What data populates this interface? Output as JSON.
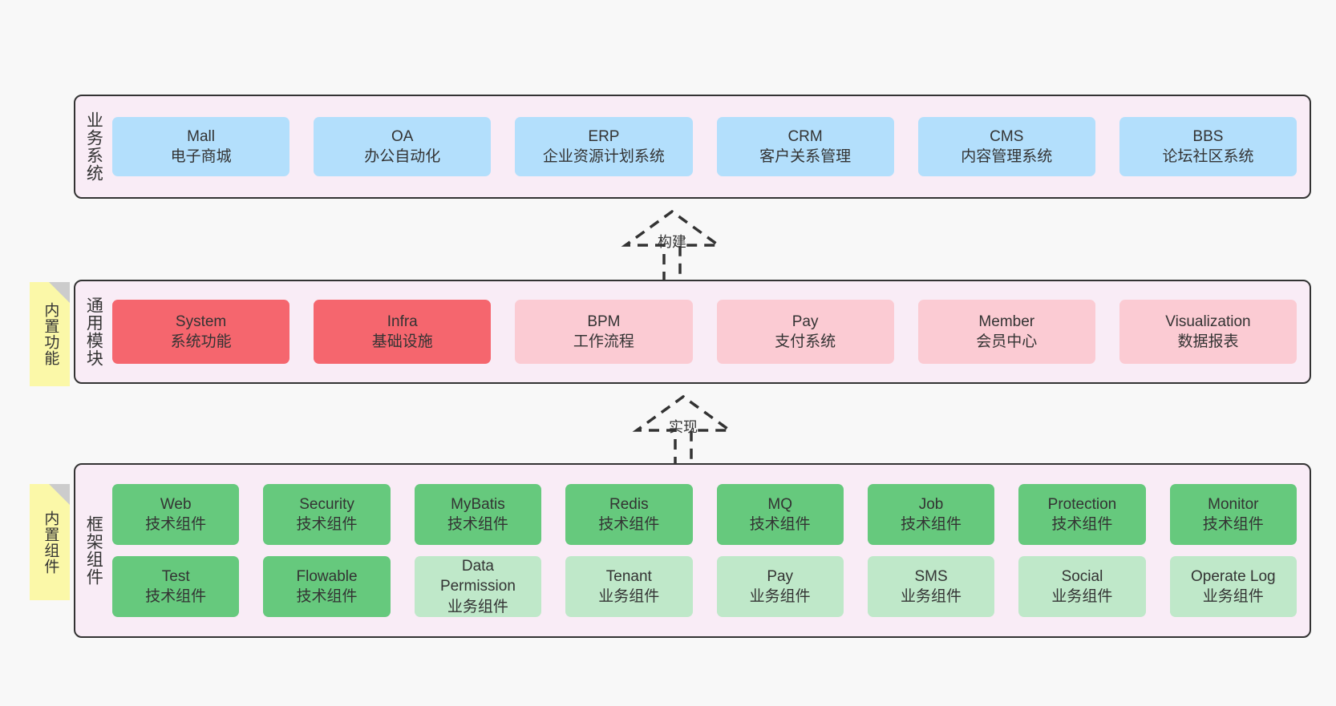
{
  "diagram": {
    "background_color": "#f8f8f8",
    "panel_color": "#f9ecf6",
    "border_color": "#333333",
    "sticky_color": "#fbf8a8"
  },
  "layers": [
    {
      "id": "business-system",
      "title": "业务系统",
      "color": "#b3dffc",
      "rows": [
        [
          {
            "en": "Mall",
            "cn": "电子商城"
          },
          {
            "en": "OA",
            "cn": "办公自动化"
          },
          {
            "en": "ERP",
            "cn": "企业资源计划系统"
          },
          {
            "en": "CRM",
            "cn": "客户关系管理"
          },
          {
            "en": "CMS",
            "cn": "内容管理系统"
          },
          {
            "en": "BBS",
            "cn": "论坛社区系统"
          }
        ]
      ]
    },
    {
      "id": "common-module",
      "title": "通用模块",
      "sticky": "内置功能",
      "rows": [
        [
          {
            "en": "System",
            "cn": "系统功能",
            "color": "red"
          },
          {
            "en": "Infra",
            "cn": "基础设施",
            "color": "red"
          },
          {
            "en": "BPM",
            "cn": "工作流程",
            "color": "pink"
          },
          {
            "en": "Pay",
            "cn": "支付系统",
            "color": "pink"
          },
          {
            "en": "Member",
            "cn": "会员中心",
            "color": "pink"
          },
          {
            "en": "Visualization",
            "cn": "数据报表",
            "color": "pink"
          }
        ]
      ]
    },
    {
      "id": "framework-component",
      "title": "框架组件",
      "sticky": "内置组件",
      "rows": [
        [
          {
            "en": "Web",
            "cn": "技术组件",
            "color": "green"
          },
          {
            "en": "Security",
            "cn": "技术组件",
            "color": "green"
          },
          {
            "en": "MyBatis",
            "cn": "技术组件",
            "color": "green"
          },
          {
            "en": "Redis",
            "cn": "技术组件",
            "color": "green"
          },
          {
            "en": "MQ",
            "cn": "技术组件",
            "color": "green"
          },
          {
            "en": "Job",
            "cn": "技术组件",
            "color": "green"
          },
          {
            "en": "Protection",
            "cn": "技术组件",
            "color": "green"
          },
          {
            "en": "Monitor",
            "cn": "技术组件",
            "color": "green"
          }
        ],
        [
          {
            "en": "Test",
            "cn": "技术组件",
            "color": "green"
          },
          {
            "en": "Flowable",
            "cn": "技术组件",
            "color": "green"
          },
          {
            "en": "Data\nPermission",
            "cn": "业务组件",
            "color": "lgreen"
          },
          {
            "en": "Tenant",
            "cn": "业务组件",
            "color": "lgreen"
          },
          {
            "en": "Pay",
            "cn": "业务组件",
            "color": "lgreen"
          },
          {
            "en": "SMS",
            "cn": "业务组件",
            "color": "lgreen"
          },
          {
            "en": "Social",
            "cn": "业务组件",
            "color": "lgreen"
          },
          {
            "en": "Operate Log",
            "cn": "业务组件",
            "color": "lgreen"
          }
        ]
      ]
    }
  ],
  "arrows": [
    {
      "id": "build-arrow",
      "label": "构建"
    },
    {
      "id": "implement-arrow",
      "label": "实现"
    }
  ]
}
